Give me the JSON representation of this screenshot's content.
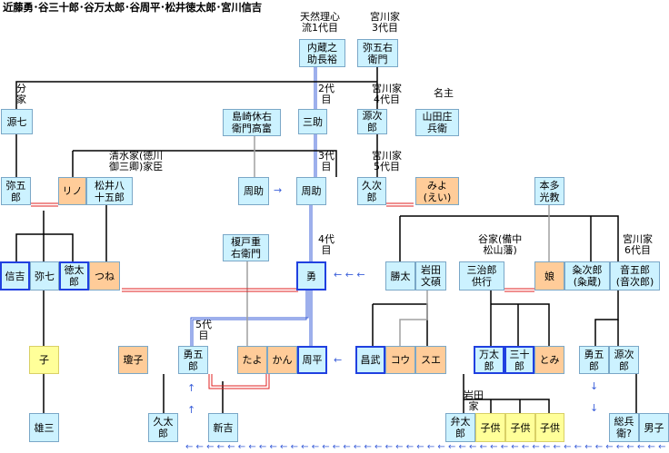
{
  "title": "近藤勇･谷三十郎･谷万太郎･谷周平･松井徳太郎･宮川信吉",
  "people": {
    "kuranosuke": "内蔵之\n助長裕",
    "yagoemon": "弥五右\n衛門",
    "genshichi": "源七",
    "sansuke": "三助",
    "shimazaki": "島崎休右\n衛門高富",
    "genjiro": "源次\n郎",
    "yamada": "山田庄\n兵衛",
    "yagoro": "弥五\n郎",
    "rino": "リノ",
    "matsui": "松井八\n十五郎",
    "shusuke1": "周助",
    "shusuke2": "周助",
    "kyujiro": "久次\n郎",
    "miyo": "みよ\n(えい)",
    "honda": "本多\n光教",
    "enokido": "榎戸重\n右衛門",
    "nobukichi": "信吉",
    "yashichi": "弥七",
    "tokutaro": "徳太\n郎",
    "tsune": "つね",
    "isami": "勇",
    "katsuta": "勝太",
    "iwata": "岩田\n文碩",
    "sanjiro": "三治郎\n供行",
    "musume": "娘",
    "kumejiro": "粂次郎\n(粂蔵)",
    "otogoro": "音五郎\n(音次郎)",
    "ko": "子",
    "tamako": "瓊子",
    "yugoro": "勇五\n郎",
    "tayo": "たよ",
    "kan": "かん",
    "shuhei": "周平",
    "masatake": "昌武",
    "kou": "コウ",
    "sue": "スエ",
    "mantaro": "万太\n郎",
    "sanjuro": "三十\n郎",
    "tomi": "とみ",
    "yugoro2": "勇五\n郎",
    "genjiro2": "源次\n郎",
    "yuzo": "雄三",
    "kyutaro": "久太\n郎",
    "shinkichi": "新吉",
    "bentaro": "弁太\n郎",
    "kodomo1": "子供",
    "kodomo2": "子供",
    "kodomo3": "子供",
    "sobei": "総兵\n衛?",
    "danshi": "男子"
  },
  "labels": {
    "tenzen": "天然理心\n流1代目",
    "miyagawa3": "宮川家\n3代目",
    "bunke": "分\n家",
    "gen2": "2代\n目",
    "miyagawa4": "宮川家\n4代目",
    "nanushi": "名主",
    "shimizu": "清水家(徳川\n御三卿)家臣",
    "gen3": "3代\n目",
    "miyagawa5": "宮川家\n5代目",
    "gen4": "4代\n目",
    "taniya": "谷家(備中\n松山藩)",
    "miyagawa6": "宮川家\n6代目",
    "gen5": "5代\n目",
    "iwata_ke": "岩田\n家"
  },
  "colors": {
    "cyan": "#ccf2ff",
    "orange": "#ffcc99",
    "yellow": "#ffff99",
    "blue_border": "#2040e0",
    "red_line": "#e02020",
    "line": "#000000"
  }
}
